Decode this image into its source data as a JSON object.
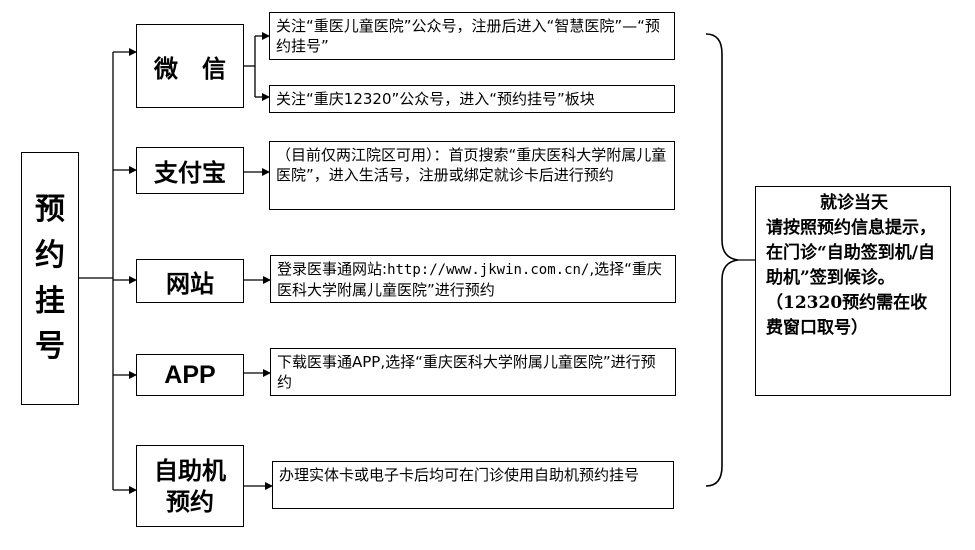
{
  "main_label": [
    "预",
    "约",
    "挂",
    "号"
  ],
  "channels": [
    {
      "name": "微　信",
      "descriptions": [
        "关注“重医儿童医院”公众号，注册后进入“智慧医院”—“预约挂号”",
        "关注“重庆12320”公众号，进入“预约挂号”板块"
      ]
    },
    {
      "name": "支付宝",
      "descriptions": [
        "（目前仅两江院区可用）：首页搜索“重庆医科大学附属儿童医院”，进入生活号，注册或绑定就诊卡后进行预约"
      ]
    },
    {
      "name": "网站",
      "descriptions": [
        {
          "before": "登录医事通网站:",
          "url": "http://www.jkwin.com.cn/",
          "after": ",选择“重庆医科大学附属儿童医院”进行预约"
        }
      ]
    },
    {
      "name": "APP",
      "descriptions": [
        "下载医事通APP,选择“重庆医科大学附属儿童医院”进行预约"
      ]
    },
    {
      "name_lines": [
        "自助机",
        "预约"
      ],
      "descriptions": [
        "办理实体卡或电子卡后均可在门诊使用自助机预约挂号"
      ]
    }
  ],
  "note": {
    "first_line": "就诊当天",
    "body": "请按照预约信息提示，在门诊“自助签到机/自助机”签到候诊。（12320预约需在收费窗口取号）"
  }
}
